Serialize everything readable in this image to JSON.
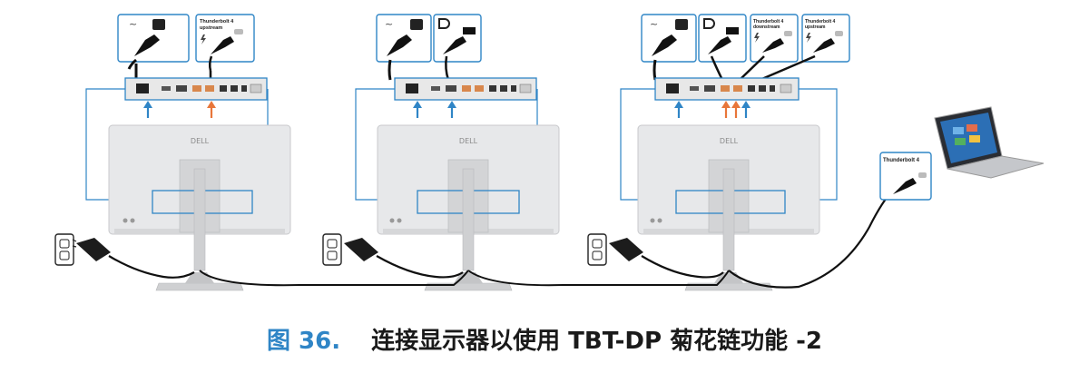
{
  "caption": {
    "figure_number": "图 36.",
    "title": "连接显示器以使用 TBT-DP 菊花链功能 -2"
  },
  "colors": {
    "accent": "#2f85c6",
    "thunderbolt_arrow": "#e8763a"
  },
  "monitor_logo": "DELL",
  "monitor1": {
    "callout_power_icon": "ac-power-icon",
    "callout_port": {
      "line1": "Thunderbolt 4",
      "line2": "upstream"
    }
  },
  "monitor2": {
    "callout_power_icon": "ac-power-icon",
    "callout_dp_icon": "displayport-icon"
  },
  "monitor3": {
    "callout_power_icon": "ac-power-icon",
    "callout_dp_icon": "displayport-icon",
    "callout_port_a": {
      "line1": "Thunderbolt 4",
      "line2": "downstream"
    },
    "callout_port_b": {
      "line1": "Thunderbolt 4",
      "line2": "upstream"
    }
  },
  "laptop": {
    "port_label": "Thunderbolt 4"
  }
}
